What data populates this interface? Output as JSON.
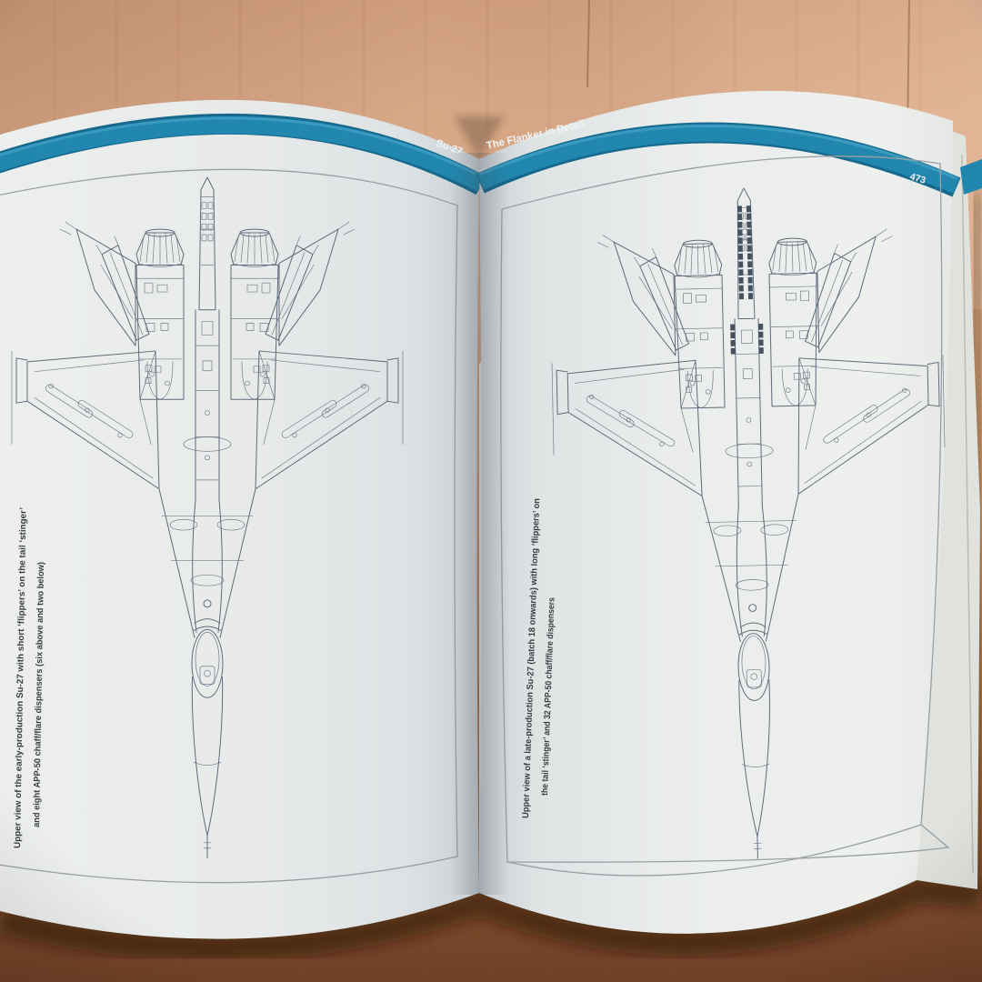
{
  "book": {
    "left_page": {
      "tab": "Su-27",
      "caption": {
        "line1": "Upper view of the early-production Su-27 with short ‘flippers’ on the tail ‘stinger’",
        "line2": "and eight APP-50 chaff/flare dispensers (six above and two below)"
      }
    },
    "right_page": {
      "header": "The Flanker in Detail",
      "page_number": "473",
      "caption": {
        "line1": "Upper view of a late-production Su-27 (batch 18 onwards) with long ‘flippers’ on",
        "line2": "the tail ‘stinger’ and 32 APP-50 chaff/flare dispensers"
      }
    }
  },
  "colors": {
    "band_teal": "#2187ae",
    "band_teal_dark": "#16688c",
    "band_text": "#eef4f6",
    "page_white": "#e9eceb",
    "page_shadow": "#c9cfd3",
    "floor_light": "#d8a887",
    "floor_dark": "#6f4026",
    "ink": "#5f6b79",
    "caption_ink": "#3b3e40",
    "dispenser_ink": "#46525e"
  }
}
